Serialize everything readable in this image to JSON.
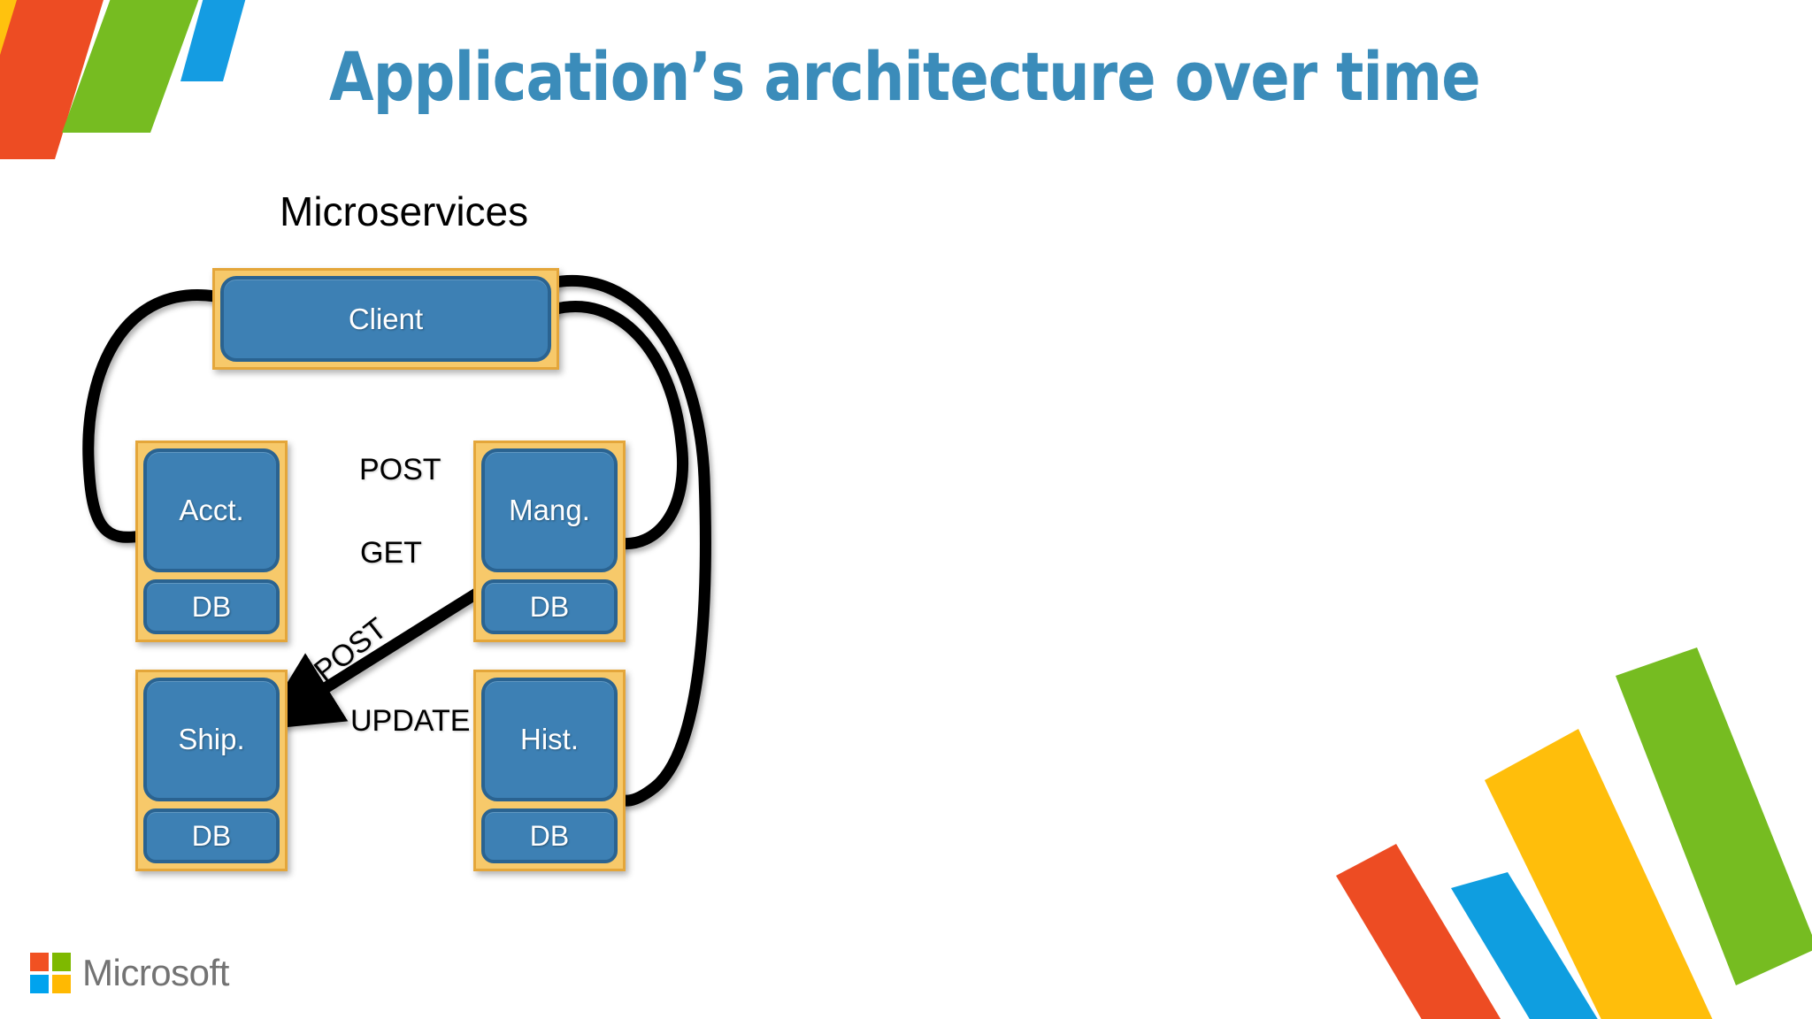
{
  "slide": {
    "title": "Application’s architecture over time",
    "title_color": "#3b8cba",
    "section_caption": "Microservices",
    "background": "#ffffff"
  },
  "brand": {
    "logo_word": "Microsoft",
    "logo_word_color": "#737373",
    "square_red": "#f15122",
    "square_green": "#7eb900",
    "square_blue": "#00a3ee",
    "square_yellow": "#ffb902"
  },
  "decor": {
    "top_left_ribbons": [
      {
        "name": "ribbon-yellow",
        "color": "#ffc20e"
      },
      {
        "name": "ribbon-orange",
        "color": "#ed4c23"
      },
      {
        "name": "ribbon-green",
        "color": "#76bc21"
      },
      {
        "name": "ribbon-blue",
        "color": "#149ce2"
      }
    ],
    "bottom_right_ribbons": [
      {
        "name": "ribbon-orange",
        "color": "#ed4c23"
      },
      {
        "name": "ribbon-blue",
        "color": "#0f9ee0"
      },
      {
        "name": "ribbon-yellow",
        "color": "#ffbe0b"
      },
      {
        "name": "ribbon-green",
        "color": "#76bc21"
      }
    ]
  },
  "diagram": {
    "type": "microservices-architecture",
    "node_fill": "#3d80b4",
    "node_border": "#2a6391",
    "shell_fill": "#f7c96a",
    "shell_border": "#e4a63a",
    "edge_color": "#000000",
    "nodes": {
      "client": {
        "label": "Client"
      },
      "acct": {
        "label": "Acct.",
        "db_label": "DB"
      },
      "mang": {
        "label": "Mang.",
        "db_label": "DB"
      },
      "ship": {
        "label": "Ship.",
        "db_label": "DB"
      },
      "hist": {
        "label": "Hist.",
        "db_label": "DB"
      }
    },
    "edges": [
      {
        "id": "client-acct",
        "label": "",
        "from": "client",
        "to": "acct",
        "style": "curve"
      },
      {
        "id": "client-mang",
        "label": "",
        "from": "client",
        "to": "mang",
        "style": "curve"
      },
      {
        "id": "client-hist",
        "label": "",
        "from": "client",
        "to": "hist",
        "style": "curve"
      },
      {
        "id": "mang-acct",
        "label": "POST",
        "from": "mang",
        "to": "acct",
        "style": "arrow-left"
      },
      {
        "id": "acct-mang",
        "label": "GET",
        "from": "acct",
        "to": "mang",
        "style": "arrow-right"
      },
      {
        "id": "mang-ship",
        "label": "POST",
        "from": "mang",
        "to": "ship",
        "style": "arrow-diagonal"
      },
      {
        "id": "ship-hist",
        "label": "UPDATE",
        "from": "ship",
        "to": "hist",
        "style": "arrow-right"
      }
    ]
  }
}
